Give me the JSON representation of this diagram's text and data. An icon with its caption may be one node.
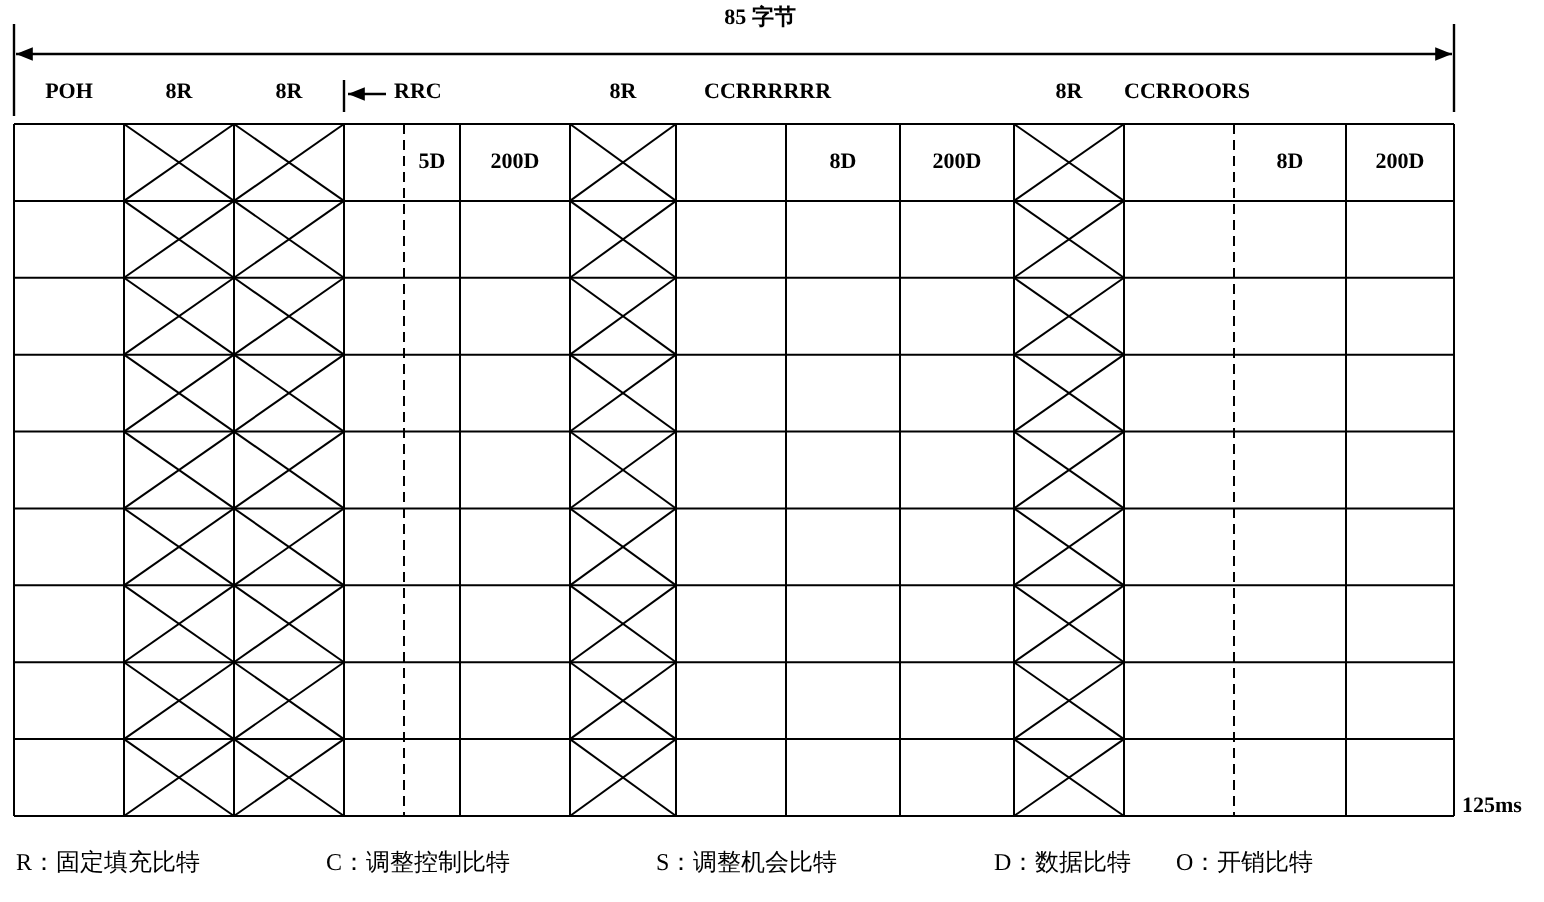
{
  "diagram": {
    "labels": [
      "85 字节",
      "POH",
      "8R",
      "8R",
      "RRC",
      "8R",
      "CCRRRRRR",
      "8R",
      "CCRROORS",
      "5D",
      "200D",
      "8D",
      "200D",
      "8D",
      "200D",
      "125ms",
      "R：固定填充比特",
      "C：调整控制比特",
      "S：调整机会比特",
      "D：数据比特",
      "O：开销比特"
    ]
  }
}
